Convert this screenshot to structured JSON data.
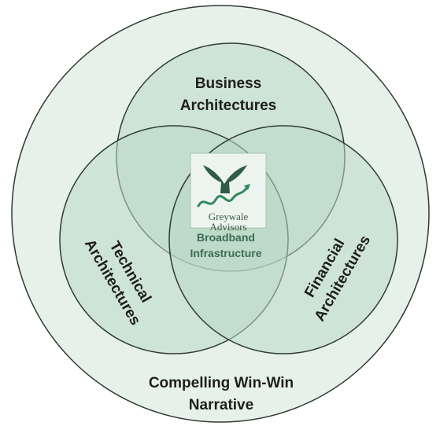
{
  "diagram": {
    "circles": {
      "business": "Business Architectures",
      "technical": "Technical Architectures",
      "financial": "Financial Architectures",
      "center": "Broadband Infrastructure",
      "outer": "Compelling Win-Win Narrative"
    },
    "labels": {
      "business_line1": "Business",
      "business_line2": "Architectures",
      "technical_line1": "Technical",
      "technical_line2": "Architectures",
      "financial_line1": "Financial",
      "financial_line2": "Architectures",
      "center_line1": "Broadband",
      "center_line2": "Infrastructure",
      "outer_line1": "Compelling Win-Win",
      "outer_line2": "Narrative"
    },
    "logo": {
      "name_line1": "Greywale",
      "name_line2": "Advisors",
      "icon": "whale-tail-icon"
    },
    "colors": {
      "outer_fill": "#e6f1ea",
      "set_fill": "#b9d8c6",
      "stroke": "#2f3a34",
      "center_label": "#3d6b4f"
    }
  }
}
